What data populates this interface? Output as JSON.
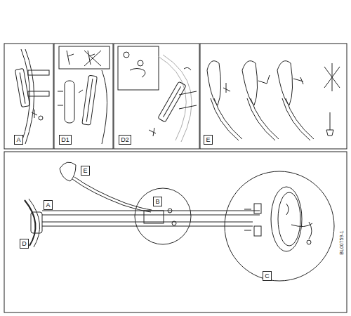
{
  "diagram": {
    "nodes": [
      {
        "text": [
          "A"
        ]
      },
      {
        "text": [
          "D1"
        ]
      },
      {
        "text": [
          "D2"
        ]
      },
      {
        "text": [
          "E"
        ]
      },
      {
        "text": [
          "E"
        ]
      },
      {
        "text": [
          "A"
        ]
      },
      {
        "text": [
          "B"
        ]
      },
      {
        "text": [
          "C"
        ]
      },
      {
        "text": [
          "D"
        ]
      }
    ],
    "labels": [
      "BL00759-1"
    ]
  }
}
